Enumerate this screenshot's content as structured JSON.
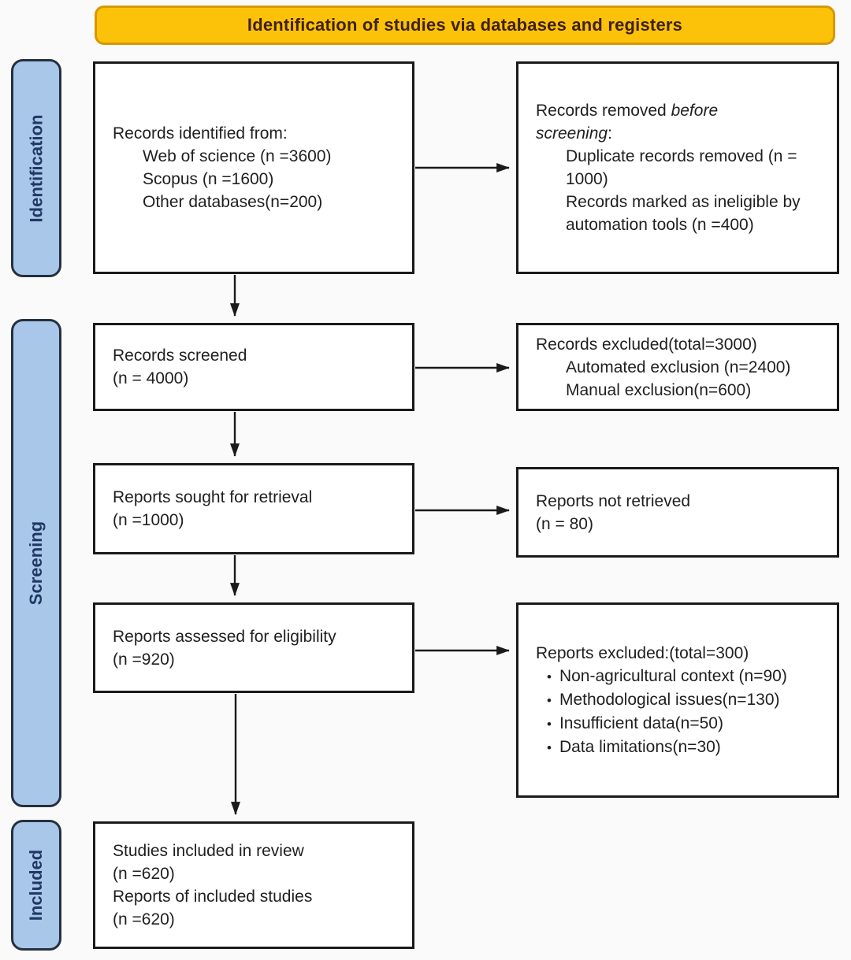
{
  "banner": {
    "title": "Identification of studies via databases and registers"
  },
  "stages": {
    "identification": "Identification",
    "screening": "Screening",
    "included": "Included"
  },
  "boxes": {
    "records_identified": {
      "heading": "Records identified from:",
      "items": [
        "Web of science (n =3600)",
        "Scopus (n =1600)",
        "Other databases(n=200)"
      ]
    },
    "records_removed": {
      "heading_normal": "Records removed ",
      "heading_italic": "before screening",
      "heading_suffix": ":",
      "items": [
        "Duplicate records removed (n = 1000)",
        "Records marked as ineligible by automation tools (n =400)"
      ]
    },
    "records_screened": {
      "lines": [
        "Records screened",
        "(n = 4000)"
      ]
    },
    "records_excluded": {
      "heading": "Records excluded(total=3000)",
      "items": [
        "Automated exclusion (n=2400)",
        "Manual exclusion(n=600)"
      ]
    },
    "reports_sought": {
      "lines": [
        "Reports sought for retrieval",
        "(n =1000)"
      ]
    },
    "reports_not_retrieved": {
      "lines": [
        "Reports not retrieved",
        "(n = 80)"
      ]
    },
    "reports_assessed": {
      "lines": [
        "Reports assessed for eligibility",
        "(n =920)"
      ]
    },
    "reports_excluded": {
      "heading": "Reports excluded:(total=300)",
      "items": [
        "Non-agricultural context (n=90)",
        "Methodological issues(n=130)",
        "Insufficient data(n=50)",
        "Data limitations(n=30)"
      ]
    },
    "studies_included": {
      "lines": [
        "Studies included in review",
        "(n =620)",
        "Reports of included studies",
        "(n =620)"
      ]
    }
  },
  "colors": {
    "banner_bg": "#FCC20A",
    "banner_border": "#D89700",
    "banner_text": "#40220A",
    "stage_bg": "#A9C7E9",
    "stage_border": "#26303F",
    "stage_text": "#1F3864",
    "line_color": "#1A1A1A",
    "box_bg": "#FFFFFF",
    "page_bg": "#FAFAFA",
    "text": "#1F1F1F"
  }
}
